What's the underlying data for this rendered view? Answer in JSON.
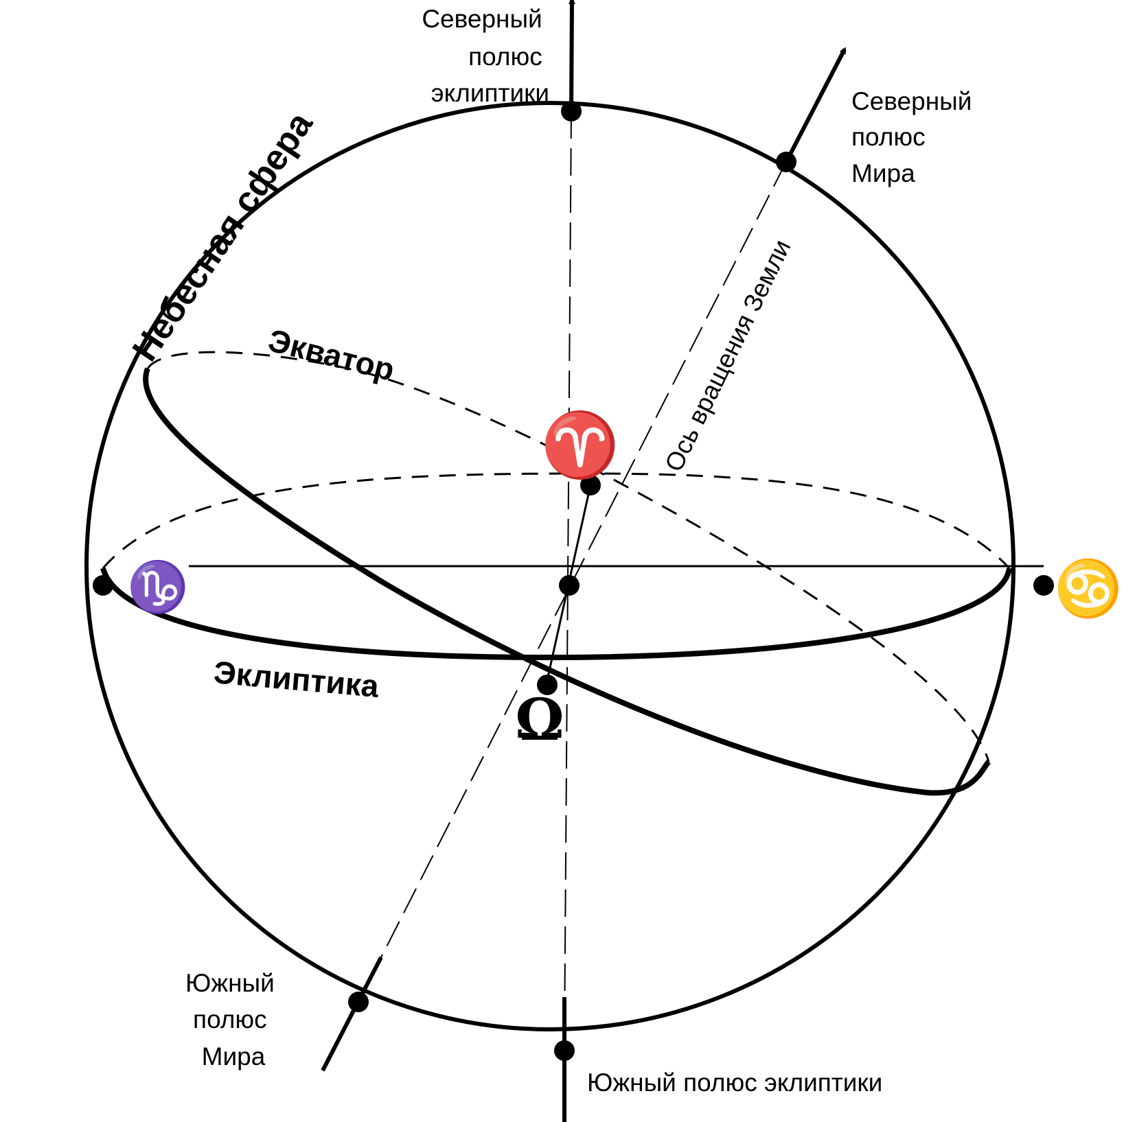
{
  "labels": {
    "north_ecliptic_pole": [
      "Северный",
      "полюс",
      "эклиптики"
    ],
    "north_celestial_pole": [
      "Северный",
      "полюс",
      "Мира"
    ],
    "south_celestial_pole": [
      "Южный",
      "полюс",
      "Мира"
    ],
    "south_ecliptic_pole": "Южный полюс эклиптики",
    "celestial_sphere": "Небесная сфера",
    "equator": "Экватор",
    "ecliptic": "Эклиптика",
    "earth_axis": "Ось вращения Земли"
  },
  "symbols": {
    "aries": "♈",
    "libra": "Ω",
    "capricorn": "♑",
    "cancer": "♋"
  },
  "colors": {
    "line": "#000000",
    "background": "#ffffff"
  }
}
